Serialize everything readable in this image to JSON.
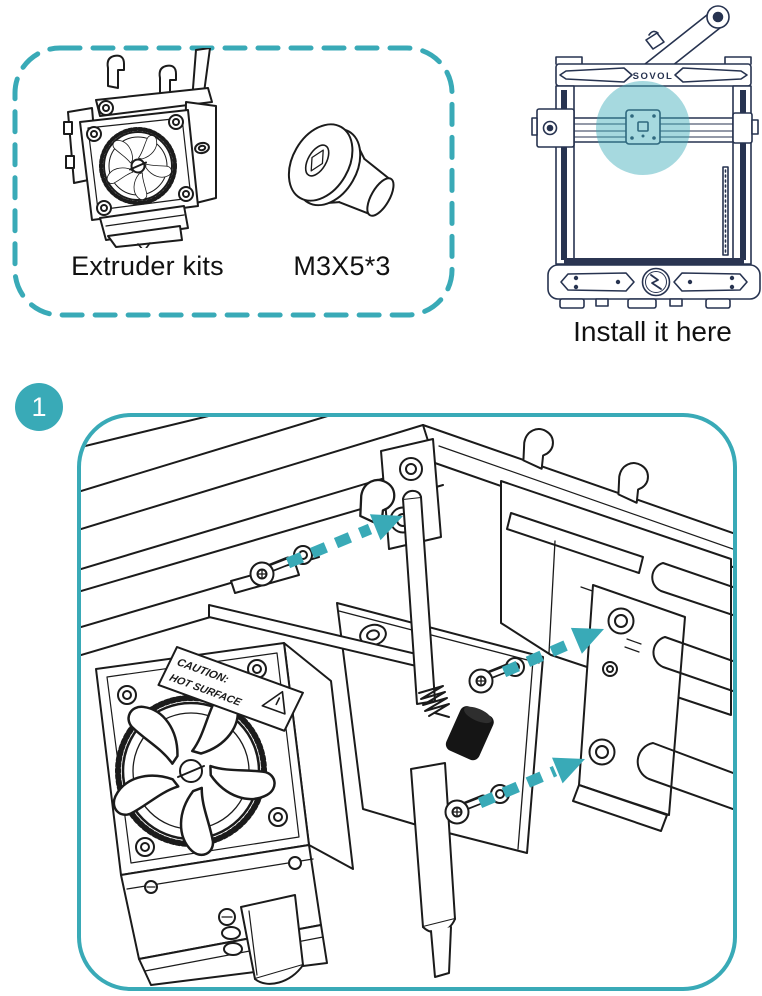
{
  "colors": {
    "accent_teal": "#39aab7",
    "highlight_fill": "#39aab7",
    "highlight_opacity": 0.45,
    "line_ink": "#1b1b1b",
    "printer_line_navy": "#273350"
  },
  "parts_box": {
    "items": [
      {
        "icon": "extruder-kit-icon",
        "label": "Extruder kits"
      },
      {
        "icon": "countersunk-screw-icon",
        "label": "M3X5*3"
      }
    ]
  },
  "printer_figure": {
    "brand": "SOVOL",
    "caption": "Install it here",
    "highlight_icon": "teal-highlight-circle"
  },
  "step": {
    "number": "1"
  },
  "step_illustration": {
    "caution_label": {
      "line1": "CAUTION:",
      "line2": "HOT SURFACE",
      "icon": "warning-triangle-icon"
    },
    "screw_count": 3,
    "arrow_icon": "dashed-arrow-icon"
  }
}
